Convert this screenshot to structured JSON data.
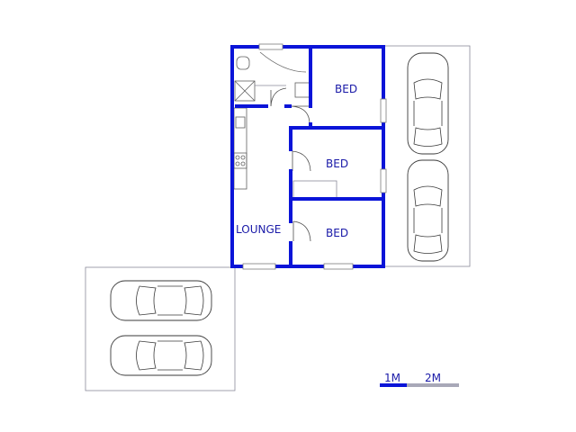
{
  "rooms": [
    {
      "id": "bed1",
      "label": "BED"
    },
    {
      "id": "bed2",
      "label": "BED"
    },
    {
      "id": "bed3",
      "label": "BED"
    },
    {
      "id": "lounge",
      "label": "LOUNGE"
    }
  ],
  "scale_bar": {
    "label_1": "1M",
    "label_2": "2M"
  },
  "colors": {
    "wall": "#0a14d8",
    "label": "#1a1aa8",
    "scale_secondary": "#a8a8b8"
  }
}
